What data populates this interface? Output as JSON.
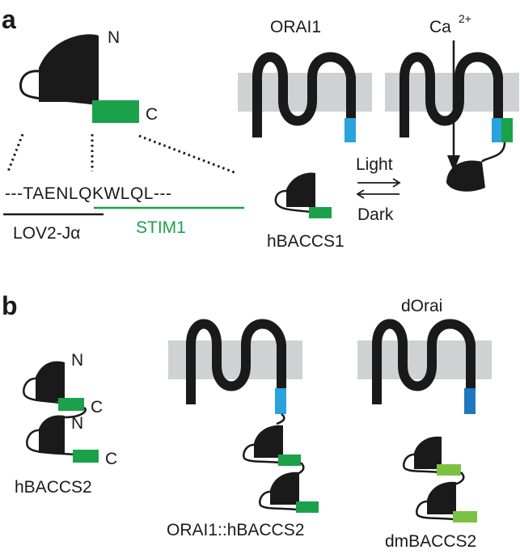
{
  "panel_a": {
    "letter": "a",
    "terminal_n": "N",
    "terminal_c": "C",
    "sequence": "---TAENLQKWLQL---",
    "lov2_label": "LOV2-Jα",
    "stim1_label": "STIM1",
    "orai1_label": "ORAI1",
    "ca_label": "Ca",
    "ca_charge": "2+",
    "light_label": "Light",
    "dark_label": "Dark",
    "hbaccs1_label": "hBACCS1"
  },
  "panel_b": {
    "letter": "b",
    "hbaccs2_n1": "N",
    "hbaccs2_c1": "C",
    "hbaccs2_n2": "N",
    "hbaccs2_c2": "C",
    "hbaccs2_label": "hBACCS2",
    "fusion_label": "ORAI1::hBACCS2",
    "dorai_label": "dOrai",
    "dmbaccs2_label": "dmBACCS2"
  },
  "colors": {
    "domain": "#1a1a1a",
    "stim_green": "#1aa14a",
    "light_green": "#7cc242",
    "membrane": "#cfd1d3",
    "orai_blue": "#29a3dc",
    "dorai_blue": "#1f77bd"
  }
}
